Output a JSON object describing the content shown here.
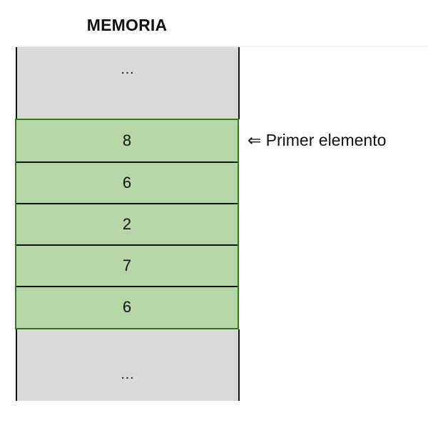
{
  "diagram": {
    "title": "MEMORIA",
    "top_ellipsis": "…",
    "bottom_ellipsis": "…",
    "cells": [
      {
        "value": "8"
      },
      {
        "value": "6"
      },
      {
        "value": "2"
      },
      {
        "value": "7"
      },
      {
        "value": "6"
      }
    ],
    "annotation": "⇐ Primer elemento",
    "colors": {
      "unused_memory": "#d9d9d9",
      "array_fill": "#b6d7a8",
      "array_border": "#38761d",
      "divider": "#111111"
    }
  }
}
